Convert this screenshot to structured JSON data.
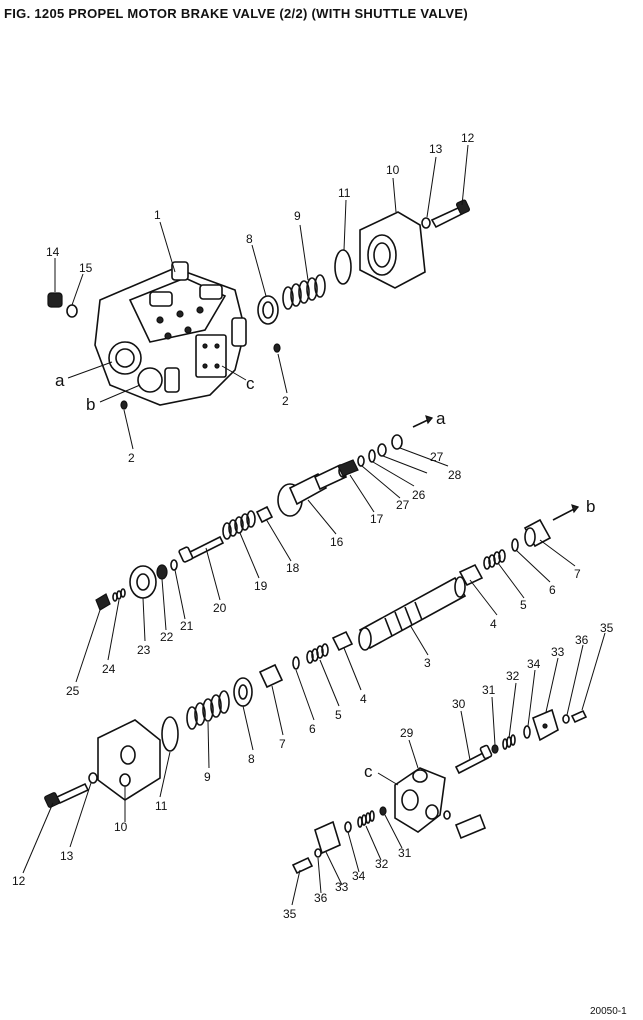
{
  "title": "FIG. 1205  PROPEL MOTOR BRAKE VALVE (2/2) (WITH SHUTTLE VALVE)",
  "drawing_code": "20050-1",
  "callouts": {
    "top_body": [
      "1",
      "14",
      "15",
      "8",
      "9",
      "11",
      "10",
      "13",
      "12",
      "2",
      "2"
    ],
    "top_refs": [
      "a",
      "b",
      "c"
    ],
    "middle_spool": [
      "28",
      "27",
      "26",
      "27",
      "17",
      "16",
      "18",
      "19",
      "20",
      "21",
      "22",
      "23",
      "24",
      "25",
      "4",
      "5",
      "6",
      "7",
      "3",
      "4",
      "5",
      "6",
      "7",
      "8",
      "9",
      "11",
      "10",
      "13",
      "12"
    ],
    "middle_refs": [
      "a",
      "b"
    ],
    "shuttle": [
      "29",
      "30",
      "31",
      "32",
      "34",
      "33",
      "36",
      "35",
      "31",
      "32",
      "34",
      "33",
      "36",
      "35"
    ],
    "shuttle_refs": [
      "c"
    ]
  }
}
